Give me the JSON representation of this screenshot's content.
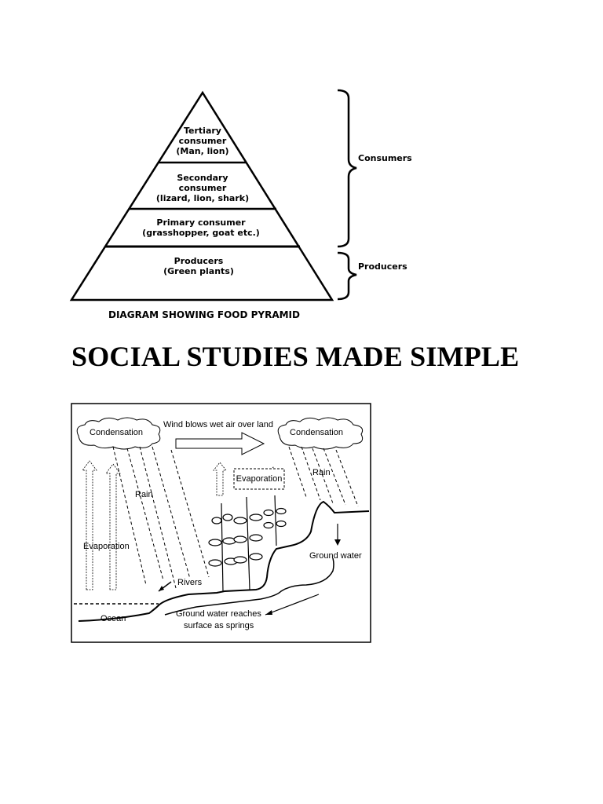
{
  "food_pyramid": {
    "levels": [
      {
        "lines": [
          "Tertiary",
          "consumer",
          "(Man, lion)"
        ]
      },
      {
        "lines": [
          "Secondary",
          "consumer",
          "(lizard, lion, shark)"
        ]
      },
      {
        "lines": [
          "Primary consumer",
          "(grasshopper, goat etc.)"
        ]
      },
      {
        "lines": [
          "Producers",
          "(Green plants)"
        ]
      }
    ],
    "brackets": {
      "consumers": "Consumers",
      "producers": "Producers"
    },
    "caption": "DIAGRAM SHOWING FOOD PYRAMID"
  },
  "heading": "SOCIAL STUDIES MADE SIMPLE",
  "water_cycle": {
    "cloud_left": "Condensation",
    "cloud_right": "Condensation",
    "wind": "Wind blows wet air over land",
    "evaporation_left": "Evaporation",
    "evaporation_box": "Evaporation",
    "rain_left": "Rain",
    "rain_right": "Rain",
    "rivers": "Rivers",
    "ocean": "Ocean",
    "ground_water": "Ground water",
    "springs_line1": "Ground water reaches",
    "springs_line2": "surface as springs"
  }
}
